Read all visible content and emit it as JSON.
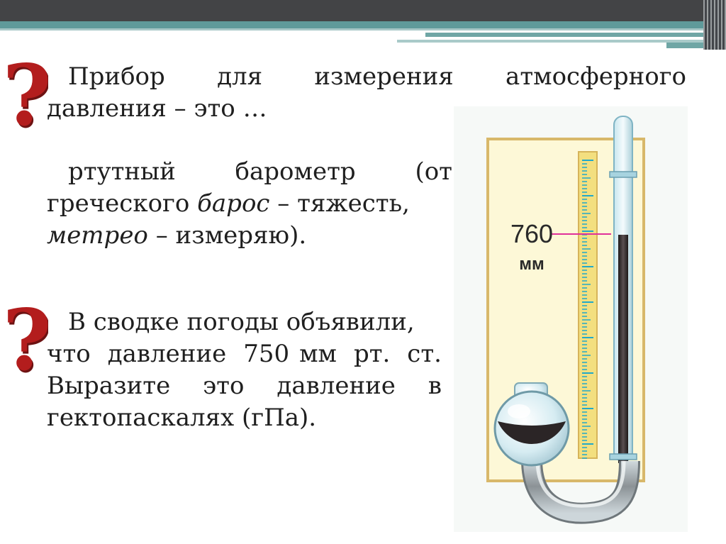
{
  "slide": {
    "q1": {
      "line1_words": [
        "Прибор",
        "для",
        "измерения",
        "атмосферного"
      ],
      "line2": "давления – это …"
    },
    "answer": {
      "line1_words": [
        "ртутный",
        "барометр",
        "(от"
      ],
      "line2_a": "греческого ",
      "line2_italic": "барос",
      "line2_b": " – тяжесть,",
      "line3_italic": "метрео",
      "line3_b": " – измеряю)."
    },
    "q2": {
      "line1": "В сводке погоды объявили,",
      "line2_words": [
        "что",
        "давление",
        "750",
        "мм",
        "рт.",
        "ст."
      ],
      "line3_words": [
        "Выразите",
        "это",
        "давление",
        "в"
      ],
      "line4": "гектопаскалях (гПа)."
    }
  },
  "barometer": {
    "value": "760",
    "unit": "мм"
  },
  "icons": {
    "question": "question-mark-icon"
  },
  "colors": {
    "accent_red": "#b31d1d",
    "teal_bar": "#5f9a9a",
    "dark_bar": "#434446",
    "marker": "#e0309a",
    "scale_tick": "#21a9c9"
  }
}
